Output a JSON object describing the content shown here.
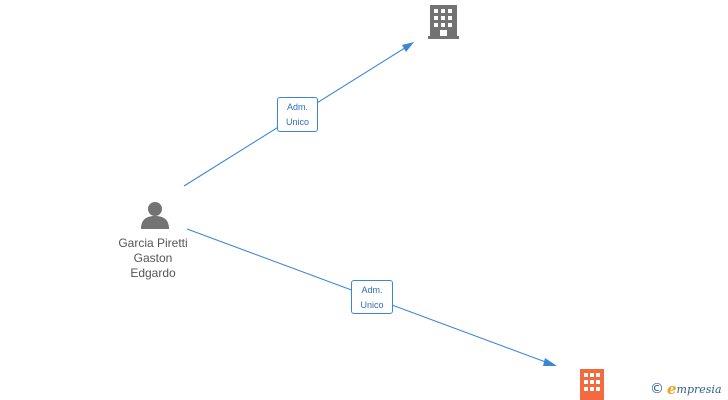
{
  "graph": {
    "person": {
      "name_lines": [
        "Garcia Piretti",
        "Gaston",
        "Edgardo"
      ],
      "icon": "person-icon",
      "color": "#737373"
    },
    "companies": [
      {
        "icon": "building-icon",
        "color": "#737373",
        "label": ""
      },
      {
        "icon": "building-icon",
        "color": "#f26a3d",
        "label": ""
      }
    ],
    "edges": [
      {
        "label_lines": [
          "Adm.",
          "Unico"
        ],
        "from": "person",
        "to": "company-1"
      },
      {
        "label_lines": [
          "Adm.",
          "Unico"
        ],
        "from": "person",
        "to": "company-2"
      }
    ],
    "edge_color": "#3d85d8"
  },
  "watermark": {
    "symbol": "©",
    "brand_initial": "e",
    "brand_rest": "mpresia",
    "initial_color": "#f0a020",
    "text_color": "#2d5f8f"
  }
}
